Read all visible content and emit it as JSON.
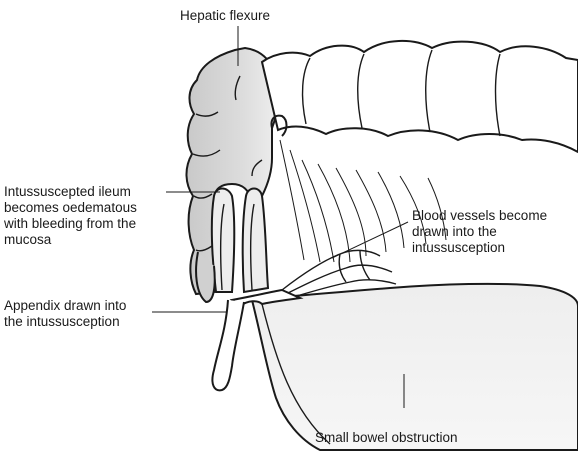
{
  "labels": {
    "hepatic_flexure": [
      "Hepatic flexure"
    ],
    "intussuscepted_ileum": [
      "Intussuscepted ileum",
      "becomes oedematous",
      "with bleeding from the",
      "mucosa"
    ],
    "blood_vessels": [
      "Blood vessels become",
      "drawn into the",
      "intussusception"
    ],
    "appendix": [
      "Appendix drawn into",
      "the intussusception"
    ],
    "small_bowel": [
      "Small bowel obstruction"
    ]
  },
  "colors": {
    "outline": "#1a1a1a",
    "colon_fill": "#d4d4d4",
    "ileum_fill": "#e8e8e8",
    "background": "#ffffff"
  }
}
